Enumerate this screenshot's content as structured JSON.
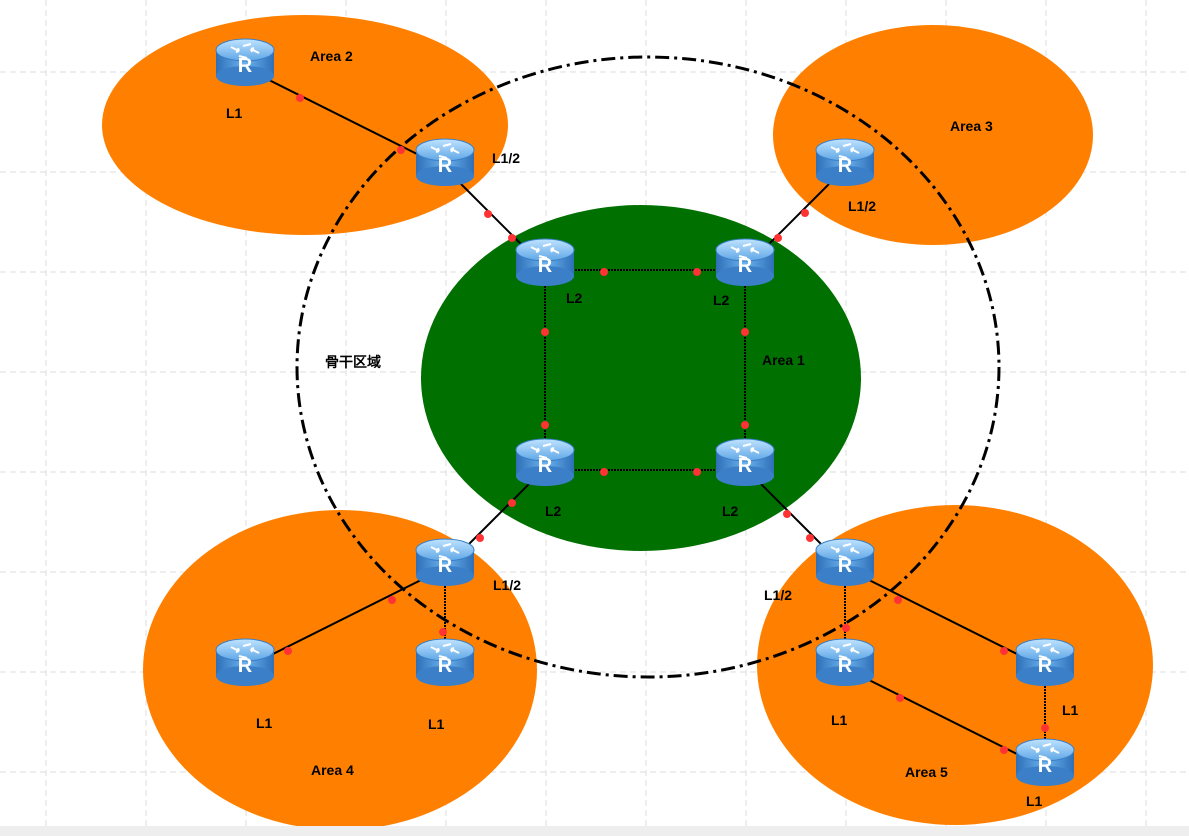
{
  "colors": {
    "area_fill": "#ff8000",
    "backbone_fill": "#007000",
    "link": "#000000",
    "endpoint": "#ff3333",
    "grid": "#dddddd",
    "router_body": "#4a90d9"
  },
  "backbone_label": "骨干区域",
  "areas": {
    "area1": "Area 1",
    "area2": "Area 2",
    "area3": "Area 3",
    "area4": "Area 4",
    "area5": "Area 5"
  },
  "routers": {
    "a2_l1": "L1",
    "a2_l12": "L1/2",
    "a3_l12": "L1/2",
    "a1_tl": "L2",
    "a1_tr": "L2",
    "a1_bl": "L2",
    "a1_br": "L2",
    "a4_l12": "L1/2",
    "a4_l1_left": "L1",
    "a4_l1_right": "L1",
    "a5_l12": "L1/2",
    "a5_l1_left": "L1",
    "a5_l1_right": "L1",
    "a5_l1_bottom": "L1"
  },
  "icon": {
    "router_glyph": "R"
  }
}
